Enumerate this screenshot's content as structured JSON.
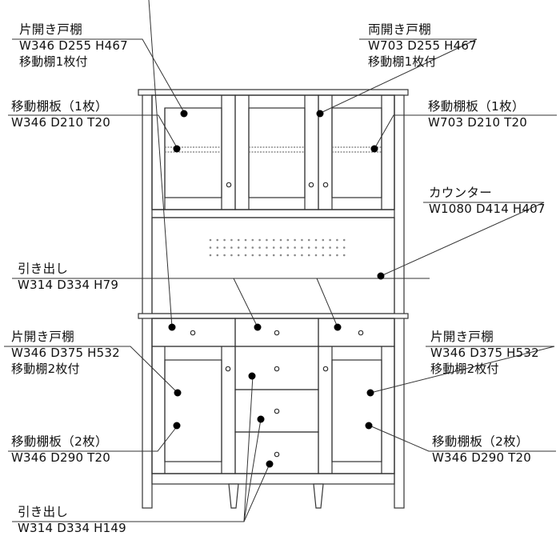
{
  "diagram": {
    "title": "Kitchen cupboard component specification",
    "line_color": "#333333",
    "dot_color": "#000000",
    "labels": [
      {
        "id": "upper-left-cabinet",
        "name": "片開き戸棚",
        "lines": [
          "W346 D255 H467",
          "移動棚1枚付"
        ]
      },
      {
        "id": "upper-double-cabinet",
        "name": "両開き戸棚",
        "lines": [
          "W703 D255 H467",
          "移動棚1枚付"
        ]
      },
      {
        "id": "upper-left-shelf",
        "name": "移動棚板（1枚）",
        "lines": [
          "W346 D210 T20"
        ]
      },
      {
        "id": "upper-right-shelf",
        "name": "移動棚板（1枚）",
        "lines": [
          "W703 D210 T20"
        ]
      },
      {
        "id": "counter",
        "name": "カウンター",
        "lines": [
          "W1080 D414 H407"
        ]
      },
      {
        "id": "top-drawers",
        "name": "引き出し",
        "lines": [
          "W314 D334 H79"
        ]
      },
      {
        "id": "lower-left-cabinet",
        "name": "片開き戸棚",
        "lines": [
          "W346 D375 H532",
          "移動棚2枚付"
        ]
      },
      {
        "id": "lower-right-cabinet",
        "name": "片開き戸棚",
        "lines": [
          "W346 D375 H532",
          "移動棚2枚付"
        ]
      },
      {
        "id": "lower-left-shelves",
        "name": "移動棚板（2枚）",
        "lines": [
          "W346 D290 T20"
        ]
      },
      {
        "id": "lower-right-shelves",
        "name": "移動棚板（2枚）",
        "lines": [
          "W346 D290 T20"
        ]
      },
      {
        "id": "center-drawers",
        "name": "引き出し",
        "lines": [
          "W314 D334 H149"
        ]
      }
    ]
  }
}
